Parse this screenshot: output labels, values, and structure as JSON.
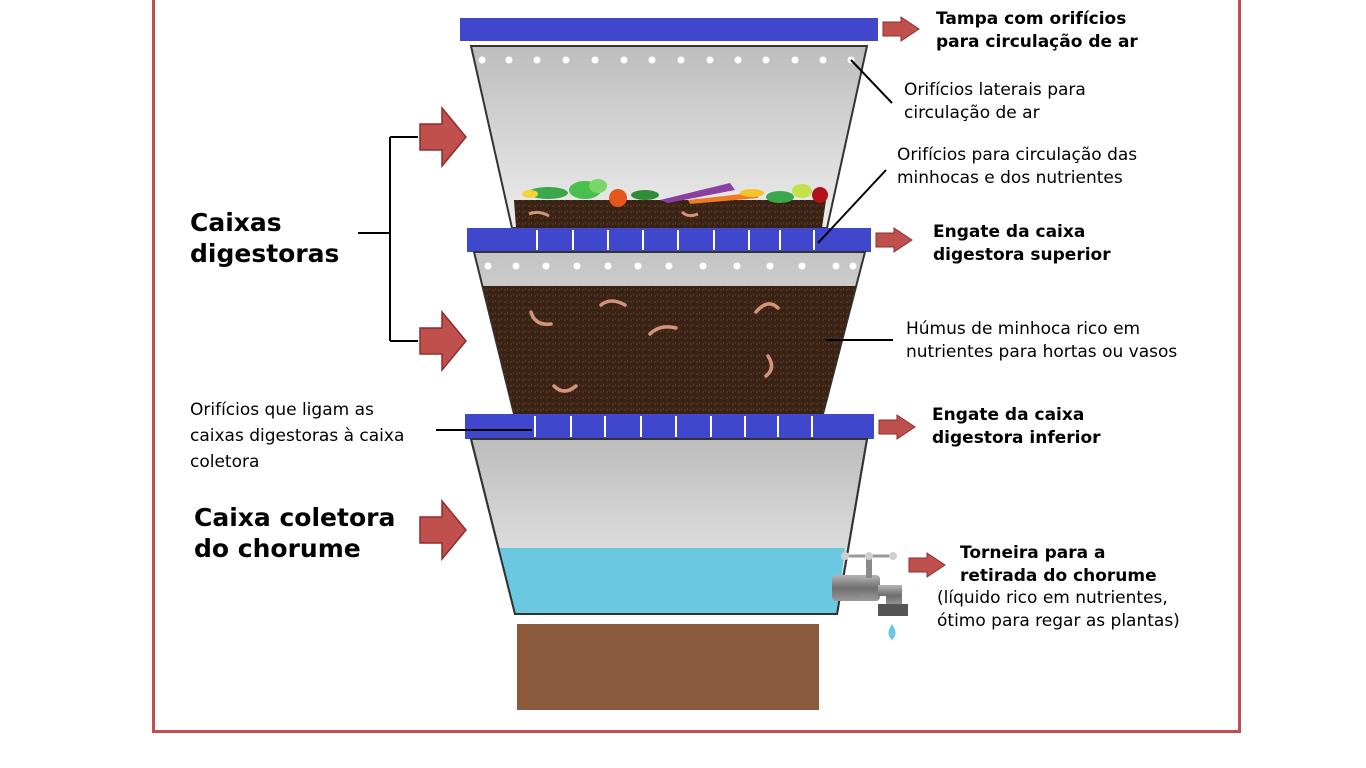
{
  "labels": {
    "lid": [
      "Tampa com orifícios",
      "para circulação de ar"
    ],
    "side_holes": [
      "Orifícios laterais para",
      "circulação de ar"
    ],
    "worm_holes": [
      "Orifícios para circulação das",
      "minhocas e dos nutrientes"
    ],
    "upper_coupling": [
      "Engate da caixa",
      "digestora superior"
    ],
    "humus": [
      "Húmus de minhoca rico em",
      "nutrientes para hortas ou vasos"
    ],
    "link_holes": [
      "Orifícios que ligam as",
      "caixas digestoras à caixa",
      "coletora"
    ],
    "lower_coupling": [
      "Engate da caixa",
      "digestora inferior"
    ],
    "tap": [
      "Torneira para a",
      "retirada do chorume"
    ],
    "tap_note": [
      "(líquido rico em nutrientes,",
      "ótimo para regar as plantas)"
    ],
    "digester_boxes": [
      "Caixas",
      "digestoras"
    ],
    "collector_box": [
      "Caixa coletora",
      "do chorume"
    ]
  },
  "colors": {
    "frame": "#c0504d",
    "arrow": "#c0504d",
    "lid_blue": "#3f48cc",
    "box_gray": "#c8c8c8",
    "soil": "#3b2415",
    "liquid": "#6ac9e0",
    "base": "#8b5a3c",
    "worm": "#d4937a"
  }
}
